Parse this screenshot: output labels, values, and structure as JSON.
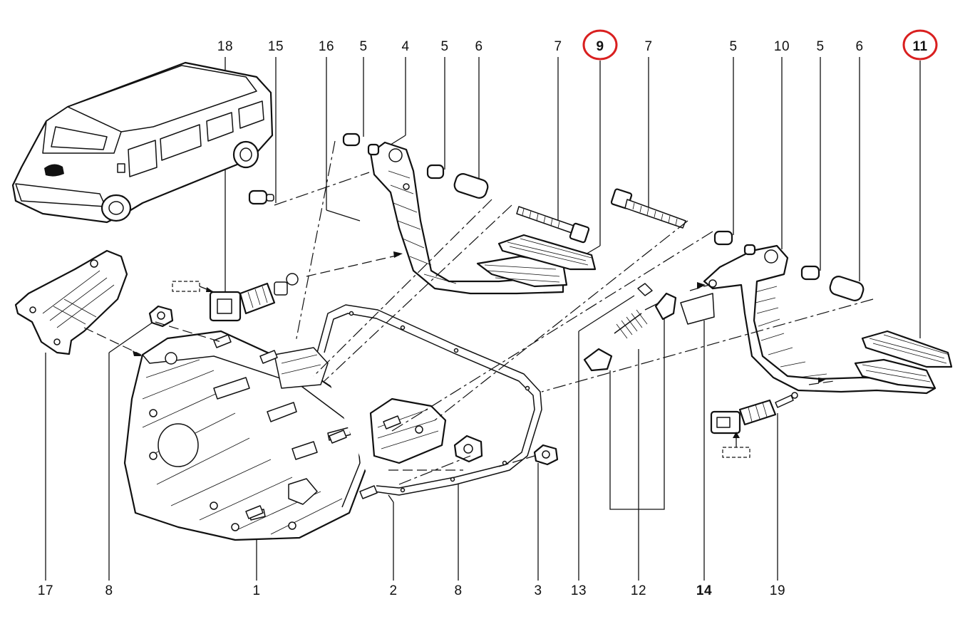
{
  "diagram": {
    "top_labels": [
      {
        "id": "18",
        "text": "18"
      },
      {
        "id": "15",
        "text": "15"
      },
      {
        "id": "16",
        "text": "16"
      },
      {
        "id": "5a",
        "text": "5"
      },
      {
        "id": "4",
        "text": "4"
      },
      {
        "id": "5b",
        "text": "5"
      },
      {
        "id": "6a",
        "text": "6"
      },
      {
        "id": "7a",
        "text": "7"
      },
      {
        "id": "9",
        "text": "9"
      },
      {
        "id": "7b",
        "text": "7"
      },
      {
        "id": "5c",
        "text": "5"
      },
      {
        "id": "10",
        "text": "10"
      },
      {
        "id": "5d",
        "text": "5"
      },
      {
        "id": "6b",
        "text": "6"
      },
      {
        "id": "11",
        "text": "11"
      }
    ],
    "bottom_labels": [
      {
        "id": "17",
        "text": "17"
      },
      {
        "id": "8a",
        "text": "8"
      },
      {
        "id": "1",
        "text": "1"
      },
      {
        "id": "2",
        "text": "2"
      },
      {
        "id": "8b",
        "text": "8"
      },
      {
        "id": "3",
        "text": "3"
      },
      {
        "id": "13",
        "text": "13"
      },
      {
        "id": "12",
        "text": "12"
      },
      {
        "id": "14",
        "text": "14"
      },
      {
        "id": "19",
        "text": "19"
      }
    ],
    "highlighted": [
      "9",
      "11"
    ],
    "highlight_color": "#d91f1f",
    "line_color": "#111111"
  }
}
